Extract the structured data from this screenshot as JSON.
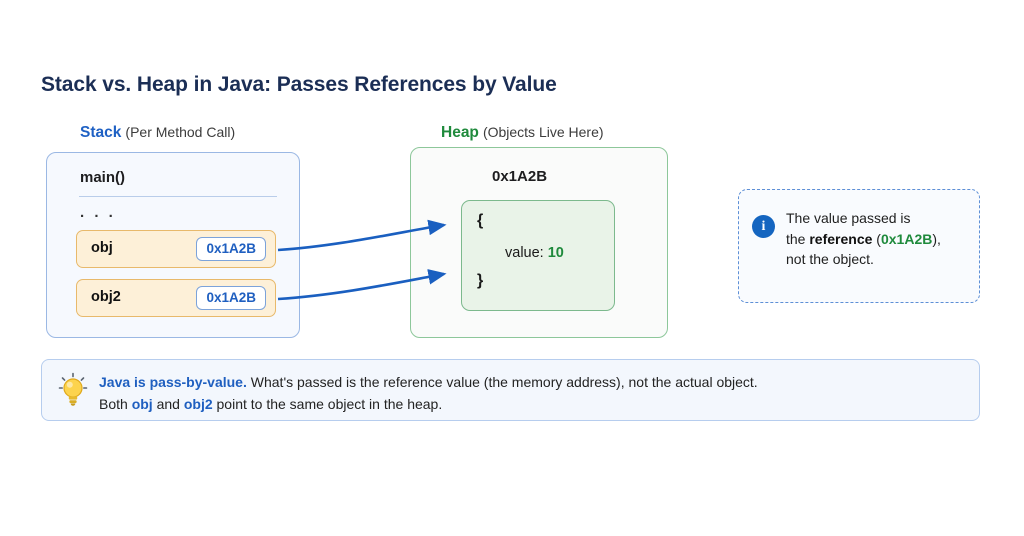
{
  "title": "Stack vs. Heap in Java: Passes References by Value",
  "colors": {
    "title": "#1b2e55",
    "stack_accent": "#1f61c4",
    "heap_accent": "#1f8a3c",
    "arrow": "#1a5fc0",
    "var_row_fill": "#fdf0d8",
    "var_row_border": "#e8b96b",
    "object_fill": "#e9f3e8"
  },
  "stack": {
    "caption_strong": "Stack",
    "caption_sub": "(Per Method Call)",
    "frame_label": "main()",
    "ellipsis": ". . .",
    "variables": [
      {
        "name": "obj",
        "address": "0x1A2B"
      },
      {
        "name": "obj2",
        "address": "0x1A2B"
      }
    ]
  },
  "heap": {
    "caption_strong": "Heap",
    "caption_sub": "(Objects Live Here)",
    "address_label": "0x1A2B",
    "object": {
      "brace_open": "{",
      "brace_close": "}",
      "field_key": "value:",
      "field_value": "10"
    }
  },
  "info_note": {
    "icon": "info-icon",
    "line1": "The value passed is",
    "line2_prefix": "the ",
    "line2_bold": "reference",
    "line2_paren_open": " (",
    "line2_address": "0x1A2B",
    "line2_paren_close": "),",
    "line3": "not the object."
  },
  "callout": {
    "icon": "lightbulb-icon",
    "headline": "Java is pass-by-value.",
    "line1_rest": " What's passed is the reference value (the memory address), not the actual object.",
    "line2_prefix": "Both ",
    "line2_var1": "obj",
    "line2_mid": " and ",
    "line2_var2": "obj2",
    "line2_suffix": " point to the same object in the heap."
  }
}
